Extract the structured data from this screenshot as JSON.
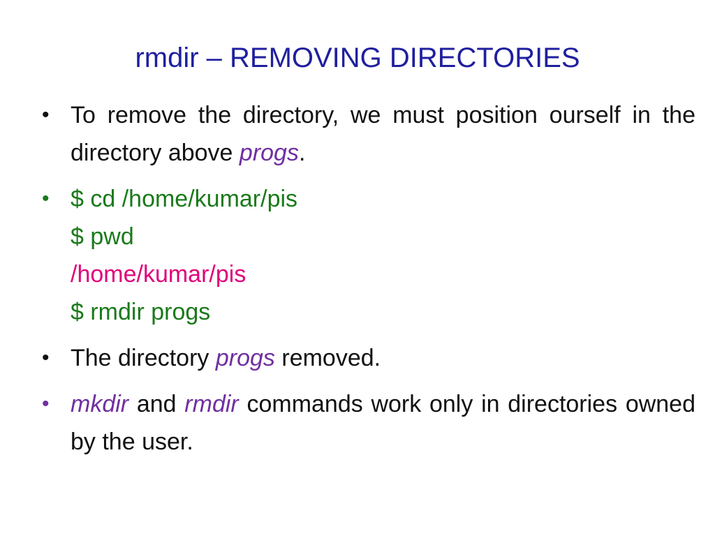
{
  "title": "rmdir – REMOVING DIRECTORIES",
  "bullets": [
    {
      "text_before": "To remove the directory, we must position ourself in the directory above ",
      "emphasis": "progs",
      "text_after": "."
    },
    {
      "lines": [
        "$ cd /home/kumar/pis",
        "$ pwd",
        "/home/kumar/pis",
        "$ rmdir progs"
      ]
    },
    {
      "text_before": "The directory ",
      "emphasis": "progs",
      "text_after": " removed."
    },
    {
      "emphasis_1": "mkdir",
      "mid_1": " and ",
      "emphasis_2": "rmdir",
      "text_after": " commands work only in directories owned by the user."
    }
  ],
  "bullet_glyph": "•",
  "colors": {
    "title": "#1f1f9e",
    "body_text": "#111111",
    "emphasis": "#7030a0",
    "command": "#1a7a1a",
    "output": "#e0007a"
  }
}
